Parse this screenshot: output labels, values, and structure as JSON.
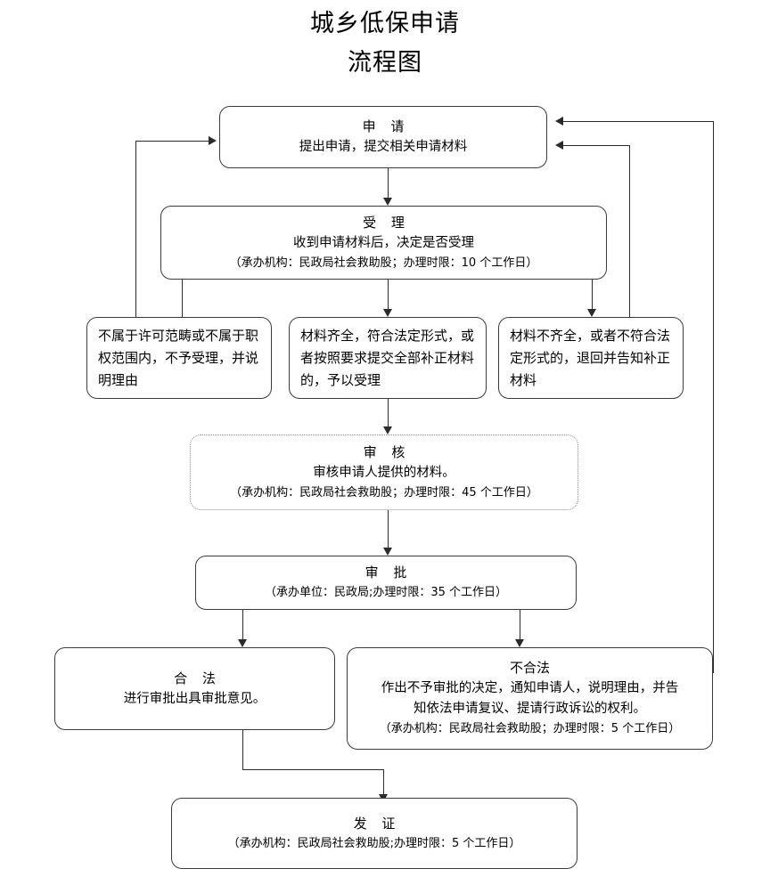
{
  "title": {
    "line1": "城乡低保申请",
    "line2": "流程图"
  },
  "nodes": {
    "apply": {
      "header": "申  请",
      "line1": "提出申请，提交相关申请材料"
    },
    "accept": {
      "header": "受  理",
      "line1": "收到申请材料后，决定是否受理",
      "meta": "（承办机构：民政局社会救助股；办理时限：10 个工作日）"
    },
    "reject_scope": {
      "text": "不属于许可范畴或不属于职权范围内，不予受理，并说明理由"
    },
    "accept_ok": {
      "text": "材料齐全，符合法定形式，或者按照要求提交全部补正材料的，予以受理"
    },
    "return_incomplete": {
      "text": "材料不齐全，或者不符合法定形式的，退回并告知补正材料"
    },
    "review": {
      "header": "审  核",
      "line1": "审核申请人提供的材料。",
      "meta": "（承办机构：民政局社会救助股；办理时限：45 个工作日）"
    },
    "approve": {
      "header": "审  批",
      "meta": "（承办单位：民政局;办理时限：35 个工作日）"
    },
    "legal": {
      "header": "合  法",
      "line1": "进行审批出具审批意见。"
    },
    "illegal": {
      "header": "不合法",
      "line1": "作出不予审批的决定，通知申请人，说明理由，并告",
      "line2": "知依法申请复议、提请行政诉讼的权利。",
      "meta": "（承办机构：民政局社会救助股；办理时限：5 个工作日）"
    },
    "issue": {
      "header": "发  证",
      "meta": "（承办机构：民政局社会救助股;办理时限：5 个工作日）"
    }
  },
  "colors": {
    "line": "#2b2b2b",
    "border": "#3b3b3b",
    "dotted_border": "#8a8a8a",
    "background": "#ffffff",
    "text": "#000000"
  },
  "flow": {
    "edges": [
      {
        "name": "apply-to-accept",
        "from": "apply",
        "to": "accept"
      },
      {
        "name": "accept-to-reject-scope",
        "from": "accept",
        "to": "reject_scope"
      },
      {
        "name": "accept-to-accept-ok",
        "from": "accept",
        "to": "accept_ok"
      },
      {
        "name": "accept-to-return-incomplete",
        "from": "accept",
        "to": "return_incomplete"
      },
      {
        "name": "reject-scope-back-to-apply",
        "from": "reject_scope",
        "to": "apply"
      },
      {
        "name": "return-incomplete-back-to-apply",
        "from": "return_incomplete",
        "to": "apply"
      },
      {
        "name": "accept-ok-to-review",
        "from": "accept_ok",
        "to": "review"
      },
      {
        "name": "review-to-approve",
        "from": "review",
        "to": "approve"
      },
      {
        "name": "approve-to-legal",
        "from": "approve",
        "to": "legal"
      },
      {
        "name": "approve-to-illegal",
        "from": "approve",
        "to": "illegal"
      },
      {
        "name": "legal-to-issue",
        "from": "legal",
        "to": "issue"
      },
      {
        "name": "illegal-back-to-apply",
        "from": "illegal",
        "to": "apply"
      }
    ]
  }
}
